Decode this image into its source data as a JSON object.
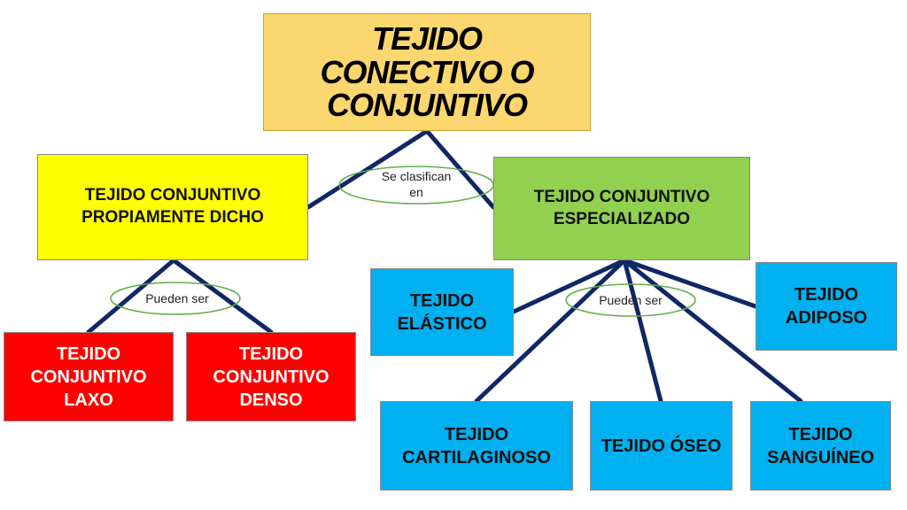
{
  "colors": {
    "root": "#fcd66e",
    "propio": "#ffff00",
    "especializado": "#92d050",
    "red": "#ff0000",
    "blue": "#00b0f0",
    "connector": "#102766",
    "ellipse": "#5fae4a"
  },
  "nodes": {
    "root": [
      "TEJIDO",
      "CONECTIVO O",
      "CONJUNTIVO"
    ],
    "propio": [
      "TEJIDO CONJUNTIVO",
      "PROPIAMENTE DICHO"
    ],
    "especializado": [
      "TEJIDO CONJUNTIVO",
      "ESPECIALIZADO"
    ],
    "laxo": [
      "TEJIDO",
      "CONJUNTIVO",
      "LAXO"
    ],
    "denso": [
      "TEJIDO",
      "CONJUNTIVO",
      "DENSO"
    ],
    "elastico": [
      "TEJIDO",
      "ELÁSTICO"
    ],
    "adiposo": [
      "TEJIDO",
      "ADIPOSO"
    ],
    "cartilaginoso": [
      "TEJIDO",
      "CARTILAGINOSO"
    ],
    "oseo": [
      "TEJIDO ÓSEO"
    ],
    "sanguineo": [
      "TEJIDO",
      "SANGUÍNEO"
    ]
  },
  "labels": {
    "clasifican": [
      "Se clasifican",
      "en"
    ],
    "pueden1": "Pueden ser",
    "pueden2": "Pueden ser"
  }
}
